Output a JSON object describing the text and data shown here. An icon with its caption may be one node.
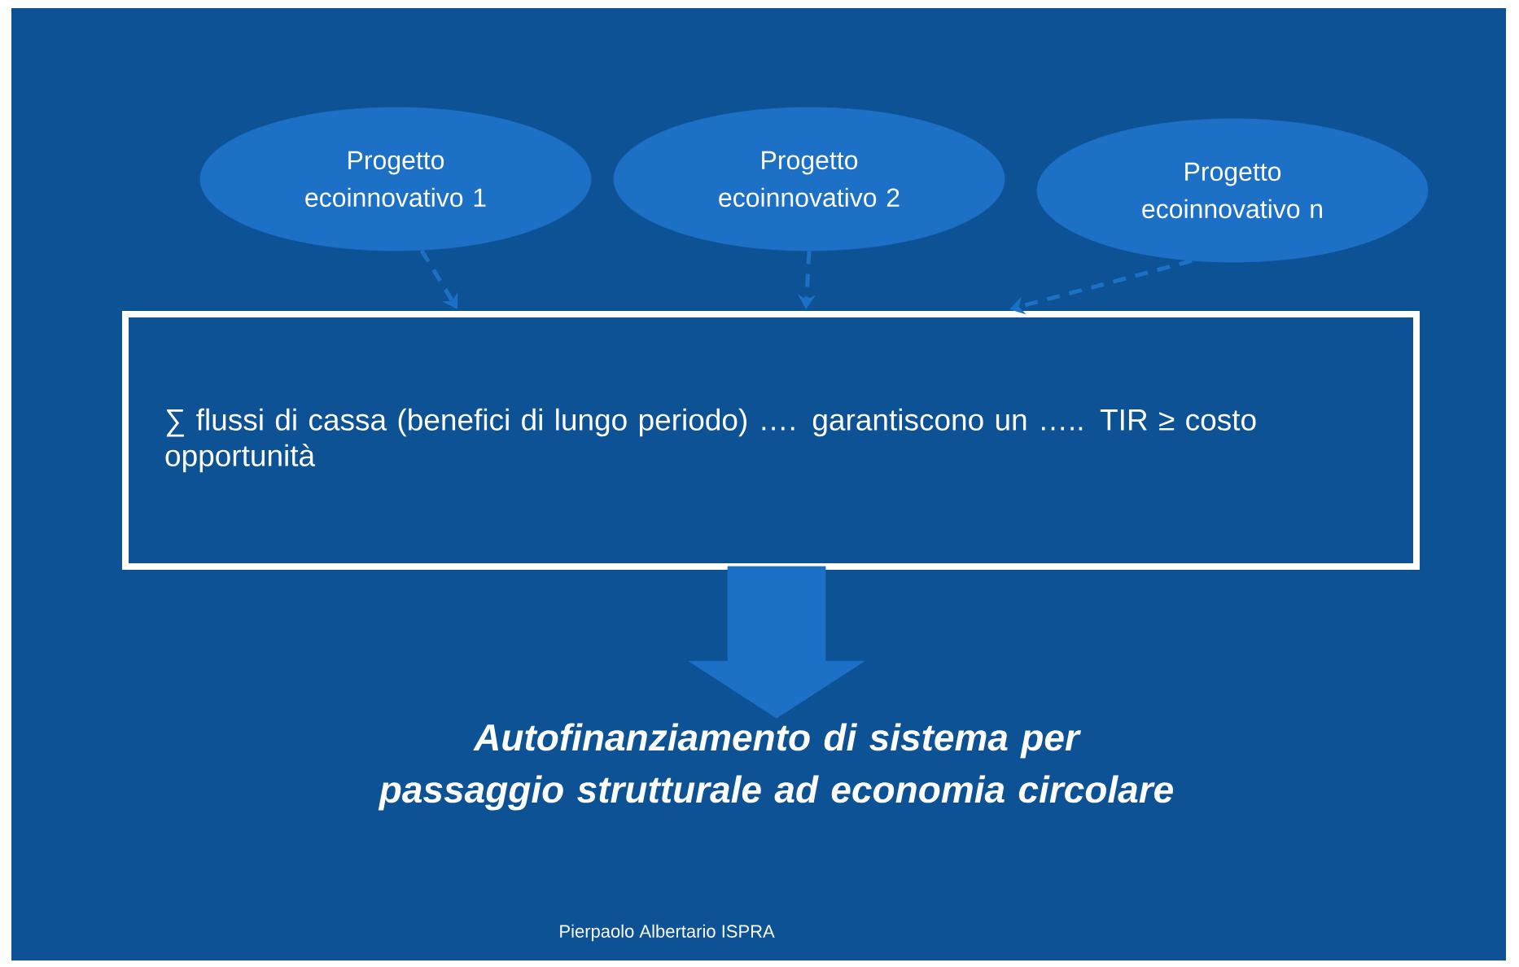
{
  "diagram": {
    "nodes": [
      {
        "text": [
          "Progetto ecoinnovativo 1"
        ]
      },
      {
        "text": [
          "Progetto ecoinnovativo 2"
        ]
      },
      {
        "text": [
          "Progetto ecoinnovativo n"
        ]
      },
      {
        "text": [
          "∑ flussi di cassa (benefici di lungo periodo) ….  garantiscono un …..  TIR ≥ costo opportunità"
        ]
      },
      {
        "text": [
          "Autofinanziamento di sistema  per passaggio strutturale ad economia circolare"
        ]
      }
    ],
    "edges": [
      {
        "from": 0,
        "to": 3,
        "arrow": "to",
        "style": "dashed"
      },
      {
        "from": 1,
        "to": 3,
        "arrow": "to",
        "style": "dashed"
      },
      {
        "from": 2,
        "to": 3,
        "arrow": "to",
        "style": "dashed"
      },
      {
        "from": 3,
        "to": 4,
        "arrow": "to",
        "style": "thick"
      }
    ],
    "labels": [
      "Pierpaolo Albertario  ISPRA"
    ]
  }
}
